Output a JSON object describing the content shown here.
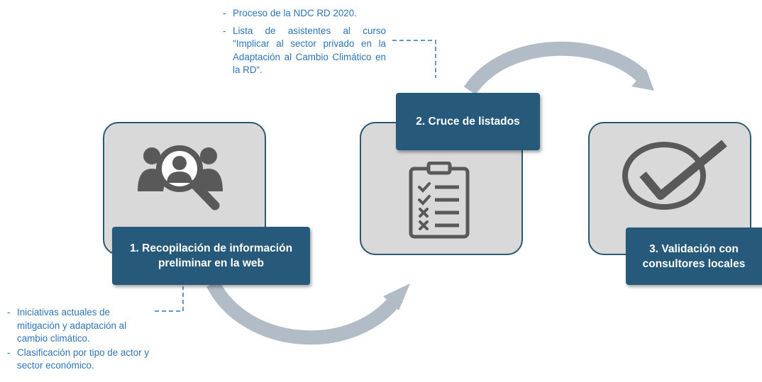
{
  "colors": {
    "card_fill": "#d9d9d9",
    "card_border": "#2c5874",
    "label_fill": "#275a7a",
    "label_text": "#ffffff",
    "note_text": "#2e75b6",
    "arrow": "#b2bcc6",
    "icon": "#595959",
    "dash": "#2e75b6"
  },
  "steps": [
    {
      "label_lines": [
        "1. Recopilación de información",
        "preliminar en la web"
      ],
      "icon": "people-search-icon"
    },
    {
      "label_lines": [
        "2. Cruce de listados"
      ],
      "icon": "clipboard-checklist-icon"
    },
    {
      "label_lines": [
        "3. Validación con",
        "consultores locales"
      ],
      "icon": "checkmark-circle-icon"
    }
  ],
  "notes_top": [
    "Proceso de la NDC RD 2020.",
    "Lista de asistentes al curso \"Implicar al sector privado en la Adaptación al Cambio Climático en la RD“."
  ],
  "notes_bottom": [
    "Iniciativas actuales de mitigación y adaptación al cambio climático.",
    "Clasificación por tipo de actor y sector económico."
  ]
}
